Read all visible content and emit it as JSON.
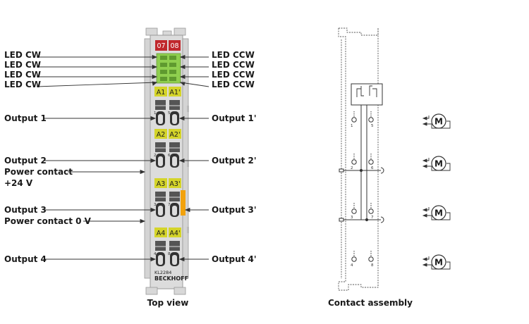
{
  "colors": {
    "terminal_body": "#dcdcdc",
    "led_red": "#c0282d",
    "led_green": "#7fbf3f",
    "label_yellow": "#d4d42a",
    "contact_orange": "#f2a20c",
    "line_dark": "#333333"
  },
  "top_view": {
    "led_labels": [
      {
        "left": "LED CW",
        "right": "LED CCW"
      },
      {
        "left": "LED CW",
        "right": "LED CCW"
      },
      {
        "left": "LED CW",
        "right": "LED CCW"
      },
      {
        "left": "LED CW",
        "right": "LED CCW"
      }
    ],
    "output_labels": [
      {
        "left": "Output 1",
        "right": "Output 1'"
      },
      {
        "left": "Output 2",
        "right": "Output 2'"
      },
      {
        "left": "Output 3",
        "right": "Output 3'"
      },
      {
        "left": "Output 4",
        "right": "Output 4'"
      }
    ],
    "power_contact_plus_line1": "Power contact",
    "power_contact_plus_line2": "+24 V",
    "power_contact_zero": "Power contact 0 V",
    "header_tags": [
      "07",
      "08"
    ],
    "channel_tags": [
      [
        "A1",
        "A1'"
      ],
      [
        "A2",
        "A2'"
      ],
      [
        "A3",
        "A3'"
      ],
      [
        "A4",
        "A4'"
      ]
    ],
    "terminal_numbers": [
      [
        "1",
        "5"
      ],
      [
        "2",
        "6"
      ],
      [
        "3",
        "7"
      ],
      [
        "4",
        "8"
      ]
    ],
    "model": "KL2284",
    "brand": "BECKHOFF",
    "caption": "Top view"
  },
  "contact_assembly": {
    "contact_numbers": [
      [
        "1",
        "5"
      ],
      [
        "2",
        "6"
      ],
      [
        "3",
        "7"
      ],
      [
        "4",
        "8"
      ]
    ],
    "motor_symbol": "M",
    "caption": "Contact assembly"
  }
}
